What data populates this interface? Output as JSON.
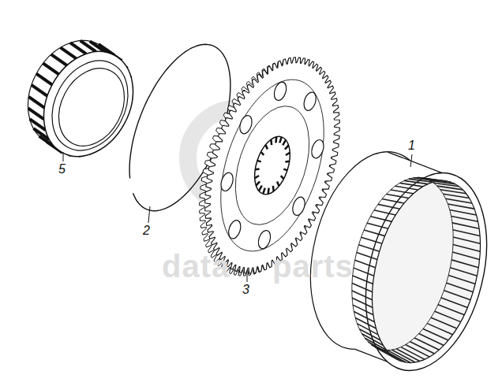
{
  "diagram": {
    "labels": [
      "5",
      "2",
      "3",
      "1",
      "data",
      "parts"
    ]
  }
}
